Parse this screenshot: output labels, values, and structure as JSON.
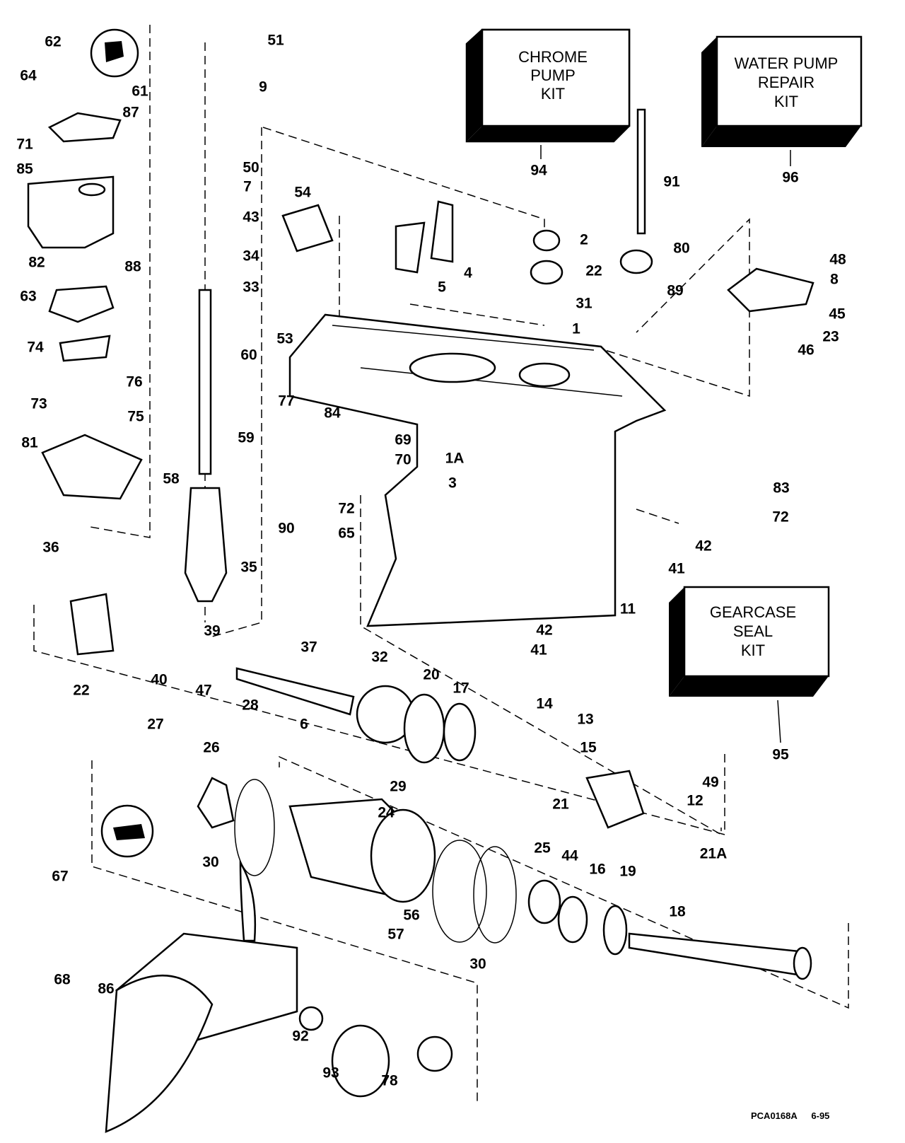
{
  "kits": {
    "chrome_pump": {
      "lines": [
        "CHROME",
        "PUMP",
        "KIT"
      ],
      "ref": "94"
    },
    "water_pump_repair": {
      "lines": [
        "WATER PUMP",
        "REPAIR",
        "KIT"
      ],
      "ref": "96"
    },
    "gearcase_seal": {
      "lines": [
        "GEARCASE",
        "SEAL",
        "KIT"
      ],
      "ref": "95"
    }
  },
  "part_labels": [
    "62",
    "51",
    "9",
    "64",
    "61",
    "87",
    "71",
    "50",
    "85",
    "7",
    "43",
    "82",
    "88",
    "34",
    "33",
    "63",
    "74",
    "60",
    "76",
    "73",
    "75",
    "81",
    "59",
    "58",
    "36",
    "35",
    "39",
    "22",
    "40",
    "47",
    "37",
    "32",
    "20",
    "17",
    "28",
    "6",
    "14",
    "13",
    "15",
    "27",
    "26",
    "29",
    "24",
    "21",
    "12",
    "49",
    "21A",
    "16",
    "19",
    "25",
    "44",
    "30",
    "18",
    "56",
    "57",
    "30",
    "67",
    "68",
    "86",
    "92",
    "93",
    "78",
    "54",
    "53",
    "5",
    "4",
    "2",
    "22",
    "31",
    "80",
    "89",
    "91",
    "48",
    "8",
    "45",
    "23",
    "46",
    "1",
    "77",
    "84",
    "69",
    "70",
    "1A",
    "3",
    "72",
    "90",
    "65",
    "83",
    "72",
    "42",
    "41",
    "42",
    "41",
    "11"
  ],
  "footer": {
    "drawing_code": "PCA0168A",
    "date": "6-95"
  }
}
